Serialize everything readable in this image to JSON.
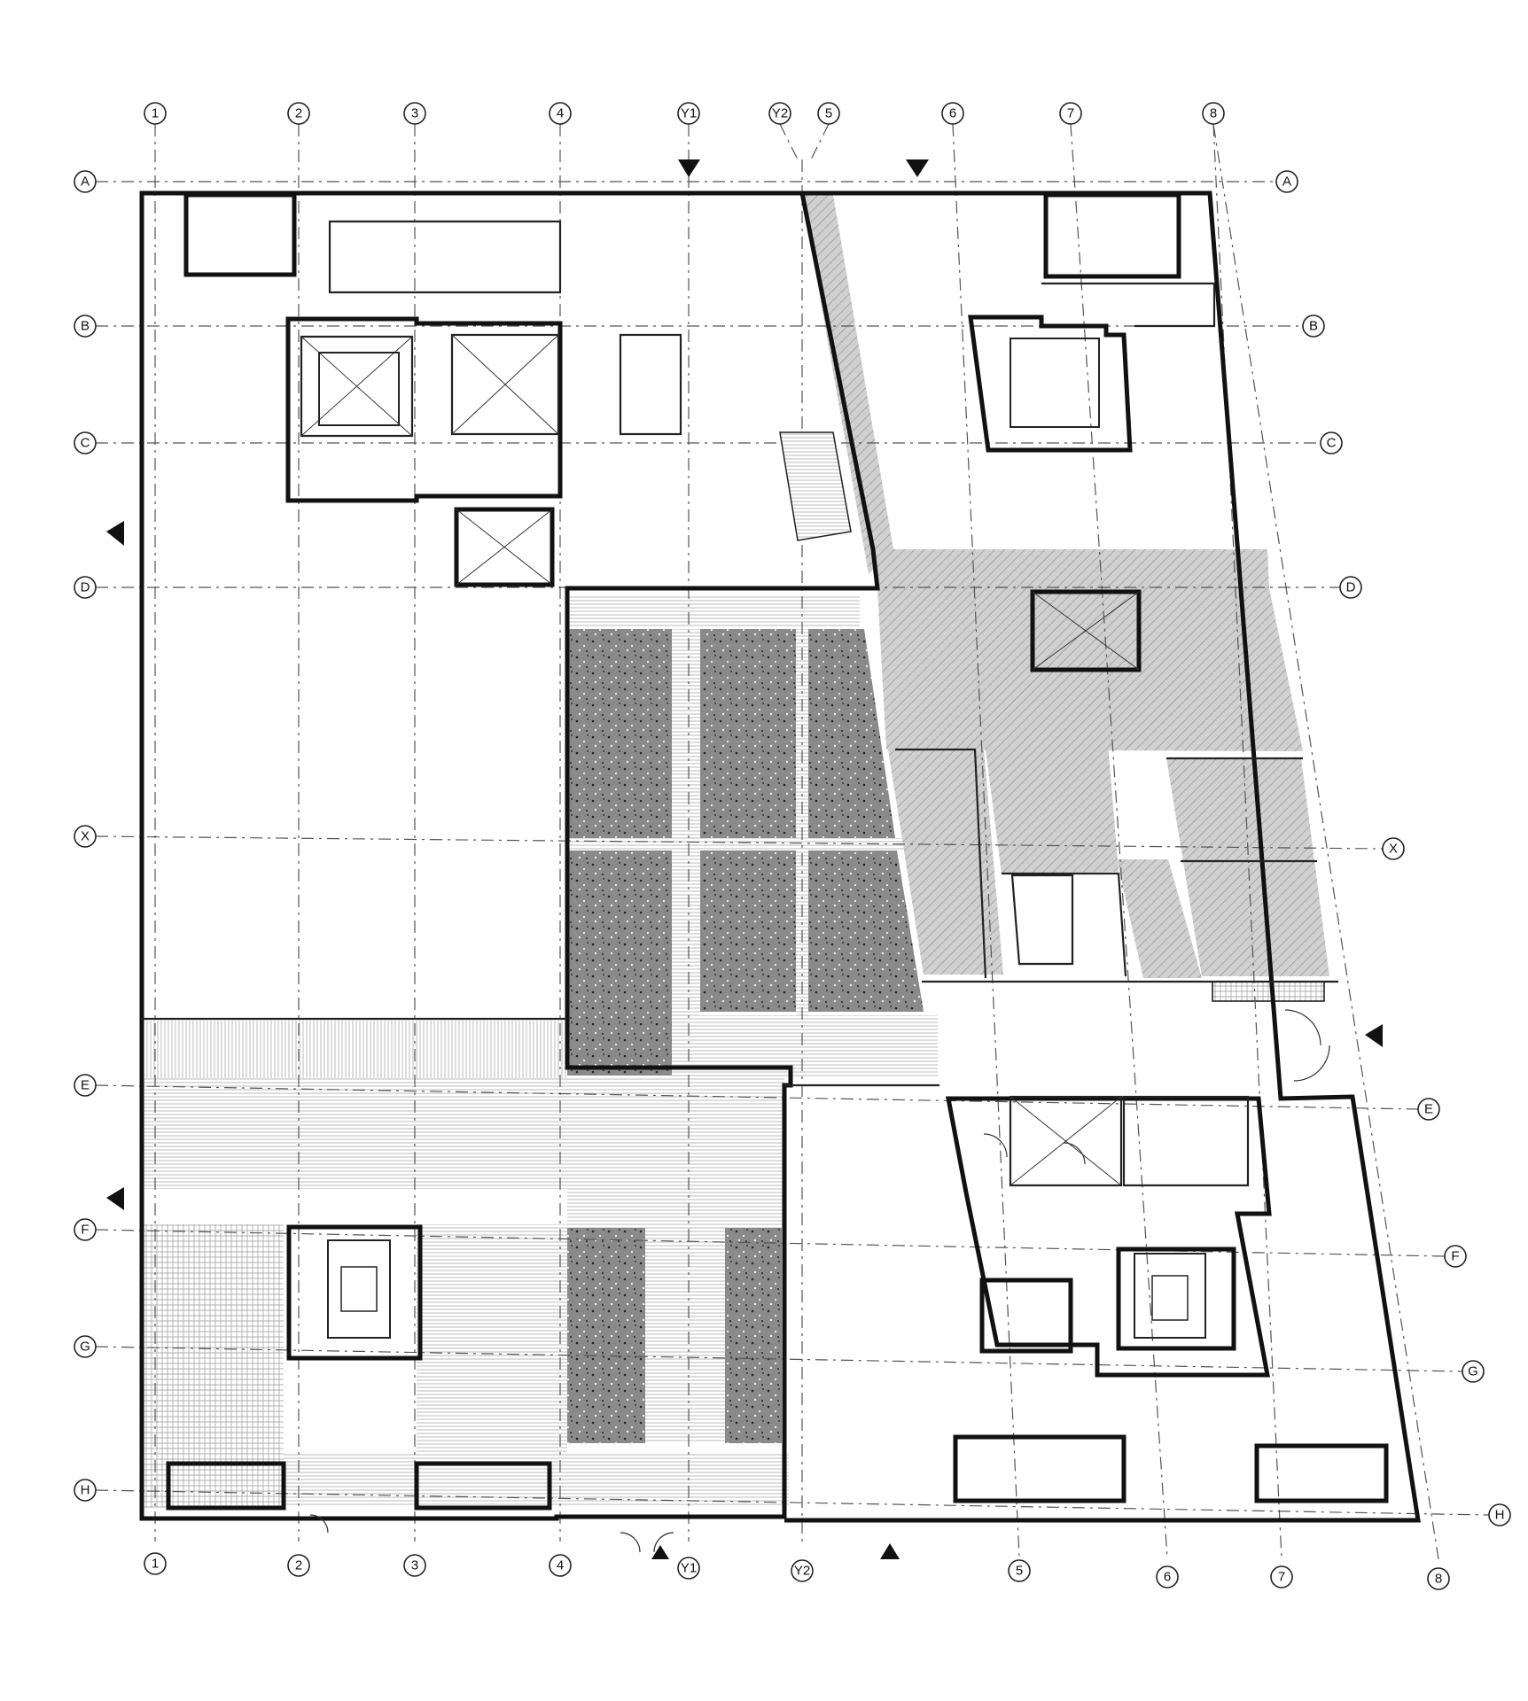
{
  "drawing": {
    "type": "architectural floor plan",
    "grid_columns": [
      "1",
      "2",
      "3",
      "4",
      "Y1",
      "Y2",
      "5",
      "6",
      "7",
      "8"
    ],
    "grid_rows": [
      "A",
      "B",
      "C",
      "D",
      "X",
      "E",
      "F",
      "G",
      "H"
    ],
    "colors": {
      "line": "#111111",
      "hatch_dark": "#7a7a7a",
      "hatch_light": "#c9c9c9",
      "background": "#ffffff"
    }
  }
}
